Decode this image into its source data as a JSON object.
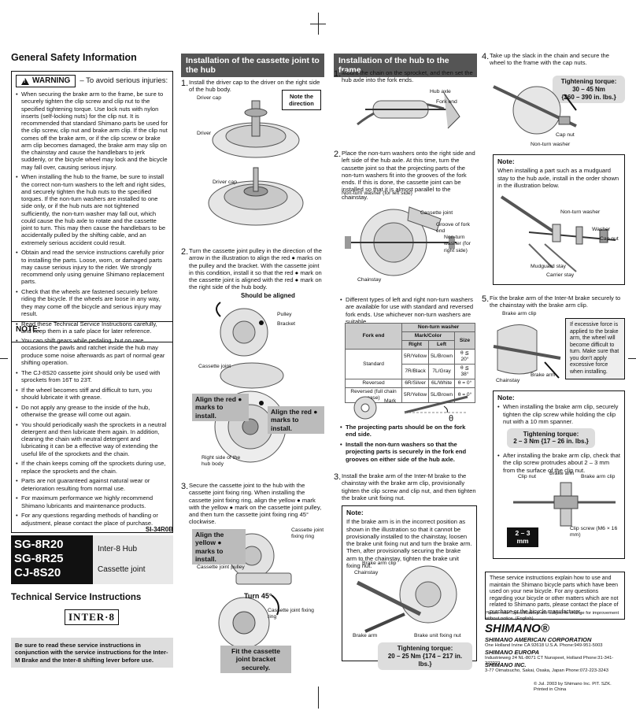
{
  "column1": {
    "general_safety_title": "General Safety Information",
    "warning": {
      "badge": "WARNING",
      "subtitle": "– To avoid serious injuries:",
      "items": [
        "When securing the brake arm to the frame, be sure to securely tighten the clip screw and clip nut to the specified tightening torque. Use lock nuts with nylon inserts (self-locking nuts) for the clip nut. It is recommended that standard Shimano parts be used for the clip screw, clip nut and brake arm clip. If the clip nut comes off the brake arm, or if the clip screw or brake arm clip becomes damaged, the brake arm may slip on the chainstay and cause the handlebars to jerk suddenly, or the bicycle wheel may lock and the bicycle may fall over, causing serious injury.",
        "When installing the hub to the frame, be sure to install the correct non-turn washers to the left and right sides, and securely tighten the hub nuts to the specified torques. If the non-turn washers are installed to one side only, or if the hub nuts are not tightened sufficiently, the non-turn washer may fall out, which could cause the hub axle to rotate and the cassette joint to turn. This may then cause the handlebars to be accidentally pulled by the shifting cable, and an extremely serious accident could result.",
        "Obtain and read the service instructions carefully prior to installing the parts. Loose, worn, or damaged parts may cause serious injury to the rider. We strongly recommend only using genuine Shimano replacement parts.",
        "Check that the wheels are fastened securely before riding the bicycle. If the wheels are loose in any way, they may come off the bicycle and serious injury may result.",
        "Read these Technical Service Instructions carefully, and keep them in a safe place for later reference."
      ]
    },
    "note": {
      "title": "NOTE:",
      "items": [
        "You can shift gears while pedaling, but on rare occasions the pawls and ratchet inside the hub may produce some noise afterwards as part of normal gear shifting operation.",
        "The CJ-8S20 cassette joint should only be used with sprockets from 16T to 23T.",
        "If the wheel becomes stiff and difficult to turn, you should lubricate it with grease.",
        "Do not apply any grease to the inside of the hub, otherwise the grease will come out again.",
        "You should periodically wash the sprockets in a neutral detergent and then lubricate them again. In addition, cleaning the chain with neutral detergent and lubricating it can be a effective way of extending the useful life of the sprockets and the chain.",
        "If the chain keeps coming off the sprockets during use, replace the sprockets and the chain.",
        "Parts are not guaranteed against natural wear or deterioration resulting from normal use.",
        "For maximum performance we highly recommend Shimano lubricants and maintenance products.",
        "For any questions regarding methods of handling or adjustment, please contact the place of purchase."
      ]
    },
    "doc_number": "SI-34R0B",
    "products": [
      "SG-8R20",
      "SG-8R25",
      "CJ-8S20"
    ],
    "product_labels": [
      "Inter-8 Hub",
      "Cassette joint"
    ],
    "technical_title": "Technical Service Instructions",
    "logo_text": "INTER·8",
    "read_notice": "Be sure to read these service instructions in conjunction with the service instructions for the Inter-M Brake and the Inter-8 shifting lever before use."
  },
  "column2": {
    "title": "Installation of the cassette joint to the hub",
    "step1": {
      "num": "1.",
      "text": "Install the driver cap to the driver on the right side of the hub body."
    },
    "step1_labels": {
      "driver_cap": "Driver cap",
      "driver": "Driver",
      "driver_cap2": "Driver cap",
      "note_direction": "Note the direction"
    },
    "step2": {
      "num": "2.",
      "text": "Turn the cassette joint pulley in the direction of the arrow in the illustration to align the red ● marks on the pulley and the bracket. With the cassette joint in this condition, install it so that the red ● mark on the cassette joint is aligned with the red ● mark on the right side of the hub body."
    },
    "step2_labels": {
      "should_be_aligned": "Should be aligned",
      "pulley": "Pulley",
      "bracket": "Bracket",
      "cassette_joint": "Cassette joint",
      "align1": "Align the red ● marks to install.",
      "align2": "Align the red ● marks to install.",
      "right_side": "Right side of the hub body"
    },
    "step3": {
      "num": "3.",
      "text": "Secure the cassette joint to the hub with the cassette joint fixing ring. When installing the cassette joint fixing ring, align the yellow ● mark with the yellow ● mark on the cassette joint pulley, and then turn the cassette joint fixing ring 45° clockwise."
    },
    "step3_labels": {
      "align_yellow": "Align the yellow ● marks to install.",
      "fixing_ring": "Cassette joint fixing ring",
      "pulley": "Cassette joint pulley",
      "turn": "Turn 45°",
      "fixing_ring2": "Cassette joint fixing ring",
      "fit": "Fit the cassette joint bracket securely."
    }
  },
  "column3": {
    "title": "Installation of the hub to the frame",
    "step1": {
      "num": "1.",
      "text": "Mount the chain on the sprocket, and then set the hub axle into the fork ends."
    },
    "step1_labels": {
      "hub_axle": "Hub axle",
      "fork_end": "Fork end"
    },
    "step2": {
      "num": "2.",
      "text": "Place the non-turn washers onto the right side and left side of the hub axle. At this time, turn the cassette joint so that the projecting parts of the non-turn washers fit into the grooves of the fork ends. If this is done, the cassette joint can be installed so that it is almost parallel to the chainstay."
    },
    "step2_labels": {
      "washer_left": "Non-turn washer (for left side)",
      "cassette_joint": "Cassette joint",
      "groove": "Groove of fork end",
      "washer_right": "Non-turn washer (for right side)",
      "chainstay": "Chainstay"
    },
    "bullet": "Different types of left and right non-turn washers are available for use with standard and reversed fork ends. Use whichever non-turn washers are suitable.",
    "table": {
      "header_main": "Non-turn washer",
      "header_fork": "Fork end",
      "header_mark": "Mark/Color",
      "header_size": "Size",
      "header_right": "Right",
      "header_left": "Left",
      "rows": [
        {
          "fork": "Standard",
          "right": "5R/Yellow",
          "left": "5L/Brown",
          "size": "θ ≦ 20°"
        },
        {
          "fork": "",
          "right": "7R/Black",
          "left": "7L/Gray",
          "size": "θ ≦ 38°"
        },
        {
          "fork": "Reversed",
          "right": "6R/Silver",
          "left": "6L/White",
          "size": "θ = 0°"
        },
        {
          "fork": "Reversed (full chain case)",
          "right": "5R/Yellow",
          "left": "5L/Brown",
          "size": "θ = 0°"
        }
      ]
    },
    "mark_label": "Mark",
    "theta": "θ",
    "bold1": "The projecting parts should be on the fork end side.",
    "bold2": "Install the non-turn washers so that the projecting parts is securely in the fork end grooves on either side of the hub axle.",
    "step3": {
      "num": "3.",
      "text": "Install the brake arm of the Inter-M brake to the chainstay with the brake arm clip, provisionally tighten the clip screw and clip nut, and then tighten the brake unit fixing nut."
    },
    "note": {
      "title": "Note:",
      "text": "If the brake arm is in the incorrect position as shown in the illustration so that it cannot be provisionally installed to the chainstay, loosen the brake unit fixing nut and turn the brake arm. Then, after provisionally securing the brake arm to the chainstay, tighten the brake unit fixing nut."
    },
    "step3_labels": {
      "clip": "Brake arm clip",
      "chainstay": "Chainstay",
      "brake_arm": "Brake arm",
      "fixing_nut": "Brake unit fixing nut"
    },
    "torque": {
      "label": "Tightening torque:",
      "value": "20 – 25 Nm {174 – 217 in. lbs.}"
    }
  },
  "column4": {
    "step4": {
      "num": "4.",
      "text": "Take up the slack in the chain and secure the wheel to the frame with the cap nuts."
    },
    "torque1": {
      "label": "Tightening torque:",
      "value1": "30 – 45 Nm",
      "value2": "{260 – 390 in. lbs.}"
    },
    "step4_labels": {
      "cap_nut": "Cap nut",
      "washer": "Non-turn washer"
    },
    "note1": {
      "title": "Note:",
      "text": "When installing a part such as a mudguard stay to the hub axle, install in the order shown in the illustration below."
    },
    "note1_labels": {
      "washer": "Non-turn washer",
      "washer2": "Washer",
      "cap_nut": "Cap nut",
      "mudguard": "Mudguard stay",
      "carrier": "Carrier stay"
    },
    "step5": {
      "num": "5.",
      "text": "Fix the brake arm of the Inter-M brake securely to the chainstay with the brake arm clip."
    },
    "step5_labels": {
      "clip": "Brake arm clip",
      "chainstay": "Chainstay",
      "brake_arm": "Brake arm"
    },
    "force_note": "If excessive force is applied to the brake arm, the wheel will become difficult to turn. Make sure that you don't apply excessive force when installing.",
    "note2": {
      "title": "Note:",
      "item1": "When installing the brake arm clip, securely tighten the clip screw while holding the clip nut with a 10 mm spanner.",
      "torque_label": "Tightening torque:",
      "torque_value": "2 – 3 Nm {17 – 26 in. lbs.}",
      "item2": "After installing the brake arm clip, check that the clip screw protrudes about 2 – 3 mm from the surface of the clip nut."
    },
    "note2_labels": {
      "clip_nut": "Clip nut",
      "brake_arm": "Brake arm",
      "clip": "Brake arm clip",
      "screw": "Clip screw (M6 × 16 mm)",
      "dim": "2 – 3 mm"
    },
    "info": "These service instructions explain how to use and maintain the Shimano bicycle parts which have been used on your new bicycle. For any questions regarding your bicycle or other matters which are not related to Shimano parts, please contact the place of purchase or the bicycle manufacturer.",
    "spec_note": "Please note: Specifications are subject to change for improvement without notice. (English)",
    "brand": "SHIMANO®",
    "corp1": "SHIMANO AMERICAN CORPORATION",
    "addr1": "One Holland Irvine CA 92618 U.S.A. Phone:949-951-5003",
    "corp2": "SHIMANO EUROPA",
    "addr2": "Industrieweg 24 NL-8071 CT Nunspeet, Holland Phone:31-341-272222",
    "corp3": "SHIMANO INC.",
    "addr3": "3-77 Oimatsucho, Sakai, Osaka, Japan Phone:072-223-3243",
    "copyright": "Jul. 2003 by Shimano Inc. PIT. SZK. Printed in China"
  }
}
